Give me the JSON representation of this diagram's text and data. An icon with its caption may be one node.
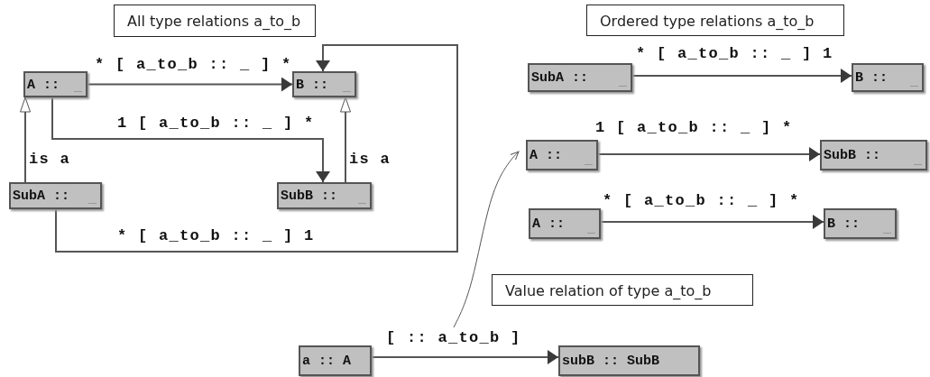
{
  "diagram": {
    "nodes": [
      {
        "text": [
          "All type relations a_to_b"
        ]
      },
      {
        "text": [
          "Ordered type relations a_to_b"
        ]
      },
      {
        "text": [
          "A ::",
          "_"
        ]
      },
      {
        "text": [
          "B ::",
          "_"
        ]
      },
      {
        "text": [
          "SubA ::",
          "_"
        ]
      },
      {
        "text": [
          "B ::",
          "_"
        ]
      },
      {
        "text": [
          "A ::",
          "_"
        ]
      },
      {
        "text": [
          "SubB ::",
          "_"
        ]
      },
      {
        "text": [
          "SubA ::",
          "_"
        ]
      },
      {
        "text": [
          "SubB ::",
          "_"
        ]
      },
      {
        "text": [
          "A ::",
          "_"
        ]
      },
      {
        "text": [
          "B ::",
          "_"
        ]
      },
      {
        "text": [
          "Value relation of type a_to_b"
        ]
      },
      {
        "text": [
          "a :: A"
        ]
      },
      {
        "text": [
          "subB :: SubB"
        ]
      }
    ],
    "edges": [
      {
        "from": 2,
        "to": 3,
        "arrow": "to",
        "label": "* [ a_to_b :: _ ] *"
      },
      {
        "from": 2,
        "to": 9,
        "arrow": "to",
        "label": "1 [ a_to_b :: _ ] *"
      },
      {
        "from": 8,
        "to": 2,
        "arrow": "to",
        "label": "is a"
      },
      {
        "from": 9,
        "to": 3,
        "arrow": "to",
        "label": "is a"
      },
      {
        "from": 8,
        "to": 3,
        "arrow": "to",
        "label": "* [ a_to_b :: _ ] 1"
      },
      {
        "from": 4,
        "to": 5,
        "arrow": "to",
        "label": "* [ a_to_b :: _ ] 1"
      },
      {
        "from": 6,
        "to": 7,
        "arrow": "to",
        "label": "1 [ a_to_b :: _ ] *"
      },
      {
        "from": 10,
        "to": 11,
        "arrow": "to",
        "label": "* [ a_to_b :: _ ] *"
      },
      {
        "from": 13,
        "to": 14,
        "arrow": "to",
        "label": "[ :: a_to_b ]"
      },
      {
        "from": null,
        "to": 6,
        "arrow": "to"
      }
    ]
  }
}
